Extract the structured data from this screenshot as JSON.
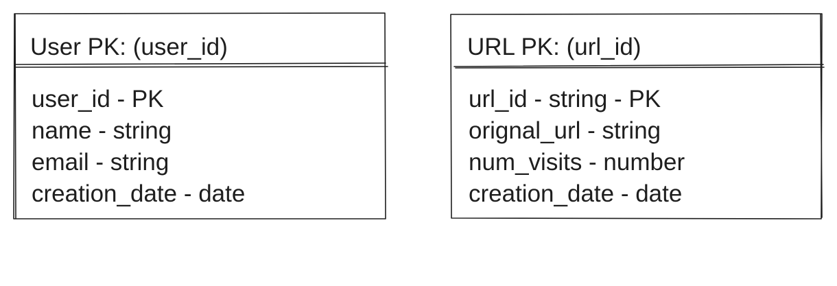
{
  "diagram": {
    "stroke_color": "#1e1e1e",
    "entities": [
      {
        "title": "User PK: (user_id)",
        "attributes": [
          "user_id - PK",
          "name - string",
          "email - string",
          "creation_date - date"
        ]
      },
      {
        "title": "URL PK: (url_id)",
        "attributes": [
          "url_id - string - PK",
          "orignal_url - string",
          "num_visits - number",
          "creation_date - date"
        ]
      }
    ]
  }
}
